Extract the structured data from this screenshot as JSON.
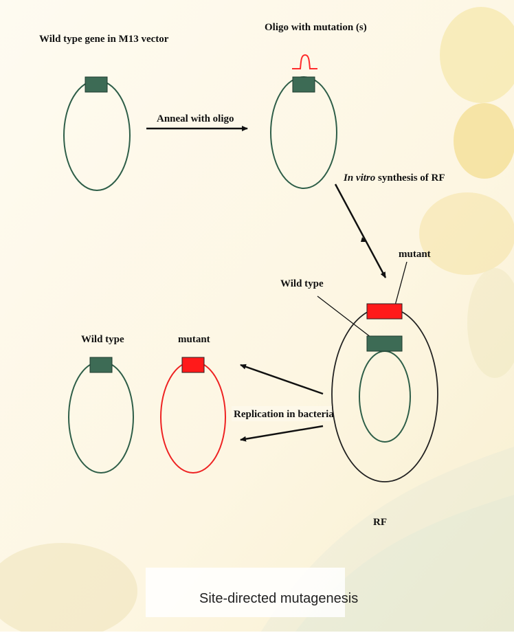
{
  "labels": {
    "wild_type_gene": "Wild type gene in M13 vector",
    "oligo_with_mutation": "Oligo with mutation (s)",
    "anneal_with_oligo": "Anneal with oligo",
    "in_vitro_italic": "In vitro",
    "in_vitro_rest": " synthesis of RF",
    "mutant_rf": "mutant",
    "wild_type_rf": "Wild type",
    "wild_type_product": "Wild type",
    "mutant_product": "mutant",
    "replication": "Replication in bacteria",
    "rf": "RF"
  },
  "caption": "Site-directed mutagenesis",
  "colors": {
    "background": "#fdf8ea",
    "dna_strand": "#2e5e48",
    "gene_block": "#3d6b55",
    "mutant": "#ff1a1a",
    "rf_outer": "#222222",
    "arrow": "#111111"
  }
}
